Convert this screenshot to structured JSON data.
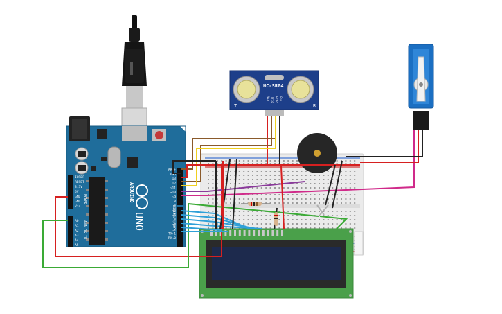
{
  "sensor": {
    "model": "HC-SR04",
    "left_mark": "T",
    "right_mark": "R",
    "pins": [
      "Vcc",
      "Trig",
      "Echo",
      "Gnd"
    ]
  },
  "arduino": {
    "brand": "ARDUINO",
    "model": "UNO",
    "header_left_power": [
      "IOREF",
      "RESET",
      "3.3V",
      "5V",
      "GND",
      "GND",
      "Vin"
    ],
    "power_title": "POWER",
    "analog_title": "ANALOG IN",
    "analog_pins": [
      "A0",
      "A1",
      "A2",
      "A3",
      "A4",
      "A5"
    ],
    "digital_top": [
      "AREF",
      "GND",
      "13",
      "12",
      "~11",
      "~10",
      "~9",
      "8"
    ],
    "digital_bottom": [
      "7",
      "~6",
      "~5",
      "4",
      "~3",
      "2",
      "TX▸1",
      "RX◂0"
    ],
    "digital_title": "DIGITAL (PWM~)"
  },
  "colors": {
    "board": "#1f6d9b",
    "board_dark": "#175a82",
    "breadboard": "#e8e8e8",
    "lcd_pcb": "#4aa04a",
    "lcd_screen": "#1d2a4d",
    "servo": "#1b6fc2",
    "buzzer": "#262626",
    "wire_red": "#d62020",
    "wire_black": "#222222",
    "wire_yellow": "#f0d020",
    "wire_brown": "#8a5a2b",
    "wire_orange": "#e08a20",
    "wire_green": "#3aaa35",
    "wire_blue": "#2fa0d8",
    "wire_purple": "#8a3a9a",
    "wire_magenta": "#d02a8a"
  },
  "icons": [
    "usb-cable-icon",
    "ultrasonic-sensor-icon",
    "servo-motor-icon",
    "buzzer-icon",
    "resistor-icon",
    "potentiometer-icon",
    "lcd-display-icon",
    "breadboard-icon",
    "arduino-board-icon"
  ]
}
